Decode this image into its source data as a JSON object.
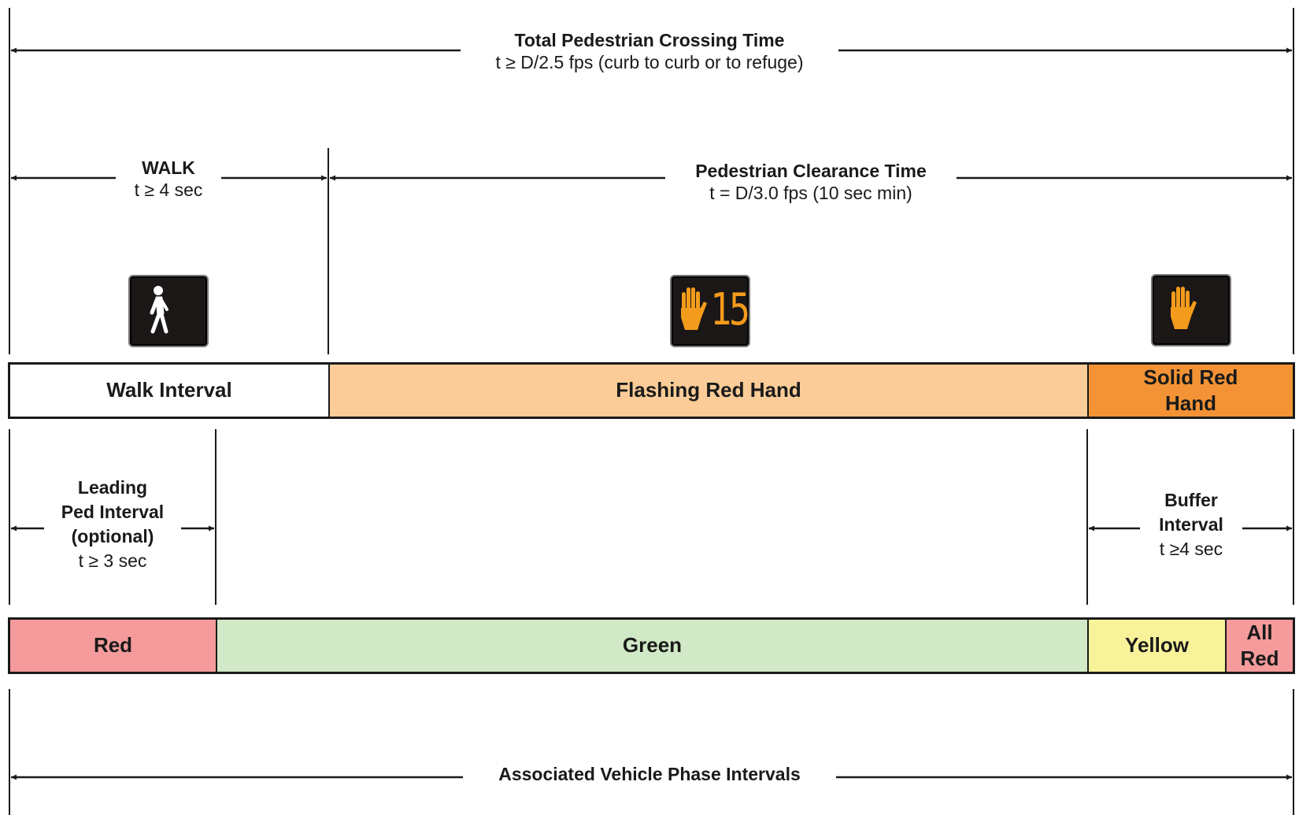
{
  "total": {
    "title": "Total Pedestrian Crossing Time",
    "formula": "t ≥ D/2.5 fps (curb to curb or to refuge)"
  },
  "walk": {
    "title": "WALK",
    "formula": "t ≥ 4 sec"
  },
  "clearance": {
    "title": "Pedestrian Clearance Time",
    "formula": "t = D/3.0 fps (10 sec min)"
  },
  "signals": {
    "walk_icon": "walking-person-icon",
    "flash_icon": "raised-hand-icon",
    "countdown": "15",
    "solid_icon": "raised-hand-icon"
  },
  "ped_bar": {
    "walk_interval": "Walk Interval",
    "flashing": "Flashing Red Hand",
    "solid_line1": "Solid Red",
    "solid_line2": "Hand"
  },
  "leading": {
    "line1": "Leading",
    "line2": "Ped Interval",
    "line3": "(optional)",
    "formula": "t ≥ 3 sec"
  },
  "buffer": {
    "line1": "Buffer",
    "line2": "Interval",
    "formula": "t ≥4 sec"
  },
  "vehicle_bar": {
    "red": "Red",
    "green": "Green",
    "yellow": "Yellow",
    "allred_line1": "All",
    "allred_line2": "Red"
  },
  "vehicle_phase": {
    "title": "Associated Vehicle Phase Intervals"
  },
  "colors": {
    "walk_interval": "#ffffff",
    "flashing_red_hand": "#fbcc97",
    "solid_red_hand": "#f39335",
    "red": "#f59b9b",
    "green": "#d1e9c6",
    "yellow": "#f8f39b",
    "all_red": "#f59b9b",
    "signal_orange": "#f39b1c"
  }
}
